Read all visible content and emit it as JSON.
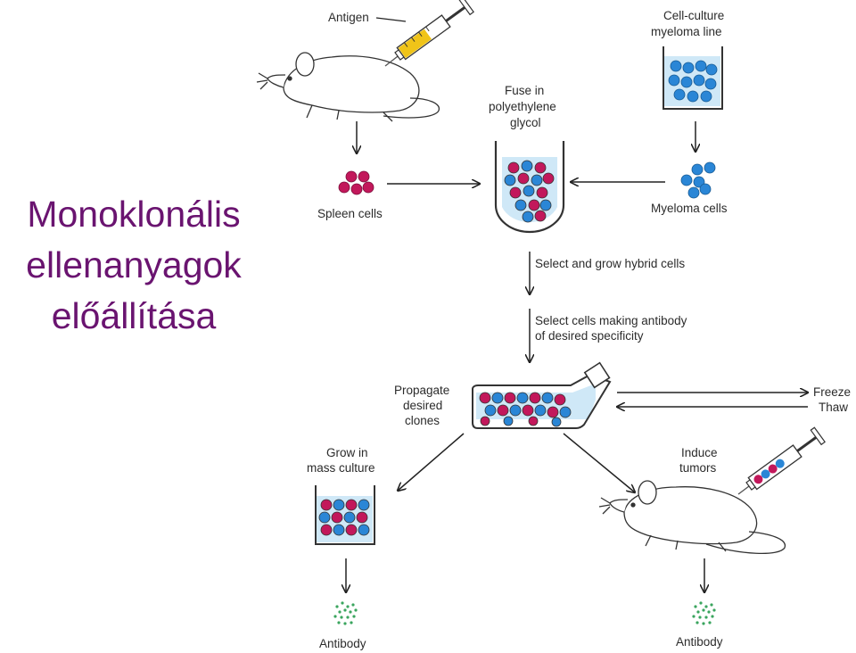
{
  "title": {
    "line1": "Monoklonális",
    "line2": "ellenanyagok",
    "line3": "előállítása"
  },
  "labels": {
    "antigen": "Antigen",
    "cell_culture_1": "Cell-culture",
    "cell_culture_2": "myeloma line",
    "fuse_1": "Fuse in",
    "fuse_2": "polyethylene",
    "fuse_3": "glycol",
    "spleen_cells": "Spleen cells",
    "myeloma_cells": "Myeloma cells",
    "select_grow": "Select and grow hybrid cells",
    "select_making_1": "Select cells making antibody",
    "select_making_2": "of desired specificity",
    "propagate_1": "Propagate",
    "propagate_2": "desired",
    "propagate_3": "clones",
    "freeze": "Freeze",
    "thaw": "Thaw",
    "grow_1": "Grow in",
    "grow_2": "mass culture",
    "induce_1": "Induce",
    "induce_2": "tumors",
    "antibody_left": "Antibody",
    "antibody_right": "Antibody"
  },
  "colors": {
    "title": "#6a1470",
    "spleen_cell": "#c2185b",
    "myeloma_cell": "#2a86d6",
    "medium": "#cfe8f7",
    "antibody": "#3aa55e",
    "syringe_fluid": "#f0c419"
  }
}
